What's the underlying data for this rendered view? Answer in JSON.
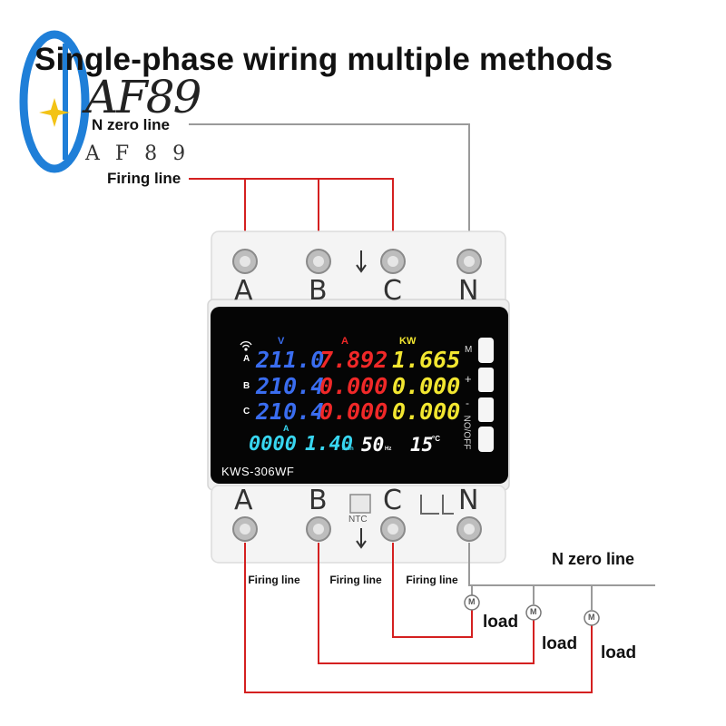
{
  "title": "Single-phase wiring multiple methods",
  "watermark": {
    "logo_text": "AF89",
    "sub_text": "A F 8 9"
  },
  "labels": {
    "n_zero_top": "N zero line",
    "firing_top": "Firing line",
    "n_zero_bottom": "N zero line",
    "firing_line_1": "Firing line",
    "firing_line_2": "Firing line",
    "firing_line_3": "Firing line",
    "load_1": "load",
    "load_2": "load",
    "load_3": "load",
    "motor_symbol": "M"
  },
  "device": {
    "model": "KWS-306WF",
    "ntc_label": "NTC",
    "top_terminals": [
      "A",
      "B",
      "C",
      "N"
    ],
    "bottom_terminals": [
      "A",
      "B",
      "C",
      "N"
    ],
    "buttons": [
      "M",
      "+",
      "-",
      "NO/OFF"
    ],
    "display": {
      "header_volt": "V",
      "header_amp": "A",
      "header_kw": "KW",
      "rows": [
        {
          "phase": "A",
          "voltage": "211.0",
          "current": "7.892",
          "power": "1.665"
        },
        {
          "phase": "B",
          "voltage": "210.4",
          "current": "0.000",
          "power": "0.000"
        },
        {
          "phase": "C",
          "voltage": "210.4",
          "current": "0.000",
          "power": "0.000"
        }
      ],
      "energy_unit_top": "A",
      "energy": "0000",
      "energy_2": "1.40",
      "energy_unit": "Kwh",
      "frequency": "50",
      "frequency_unit": "Hz",
      "temperature": "15",
      "temperature_unit": "°C"
    }
  },
  "colors": {
    "firing_wire": "#d42020",
    "neutral_wire": "#9a9a9a",
    "voltage_digits": "#3a6df0",
    "current_digits": "#f02828",
    "power_digits": "#f2e630",
    "energy_digits": "#38d6f0",
    "screen_bg": "#050505"
  }
}
